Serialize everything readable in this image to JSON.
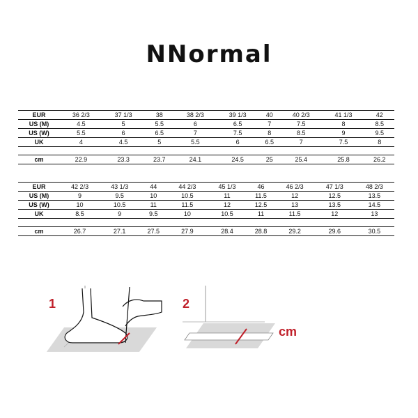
{
  "brand": {
    "logo_text": "NNormal"
  },
  "row_labels": [
    "EUR",
    "US (M)",
    "US (W)",
    "UK",
    "cm"
  ],
  "table1": {
    "eur": [
      "36 2/3",
      "37 1/3",
      "38",
      "38 2/3",
      "39 1/3",
      "40",
      "40 2/3",
      "41 1/3",
      "42"
    ],
    "us_m": [
      "4.5",
      "5",
      "5.5",
      "6",
      "6.5",
      "7",
      "7.5",
      "8",
      "8.5"
    ],
    "us_w": [
      "5.5",
      "6",
      "6.5",
      "7",
      "7.5",
      "8",
      "8.5",
      "9",
      "9.5"
    ],
    "uk": [
      "4",
      "4.5",
      "5",
      "5.5",
      "6",
      "6.5",
      "7",
      "7.5",
      "8"
    ],
    "cm": [
      "22.9",
      "23.3",
      "23.7",
      "24.1",
      "24.5",
      "25",
      "25.4",
      "25.8",
      "26.2"
    ]
  },
  "table2": {
    "eur": [
      "42 2/3",
      "43 1/3",
      "44",
      "44 2/3",
      "45 1/3",
      "46",
      "46 2/3",
      "47 1/3",
      "48 2/3"
    ],
    "us_m": [
      "9",
      "9.5",
      "10",
      "10.5",
      "11",
      "11.5",
      "12",
      "12.5",
      "13.5"
    ],
    "us_w": [
      "10",
      "10.5",
      "11",
      "11.5",
      "12",
      "12.5",
      "13",
      "13.5",
      "14.5"
    ],
    "uk": [
      "8.5",
      "9",
      "9.5",
      "10",
      "10.5",
      "11",
      "11.5",
      "12",
      "13"
    ],
    "cm": [
      "26.7",
      "27.1",
      "27.5",
      "27.9",
      "28.4",
      "28.8",
      "29.2",
      "29.6",
      "30.5"
    ]
  },
  "instructions": {
    "step1_number": "1",
    "step2_number": "2",
    "unit_label": "cm",
    "accent_color": "#c0202a"
  }
}
